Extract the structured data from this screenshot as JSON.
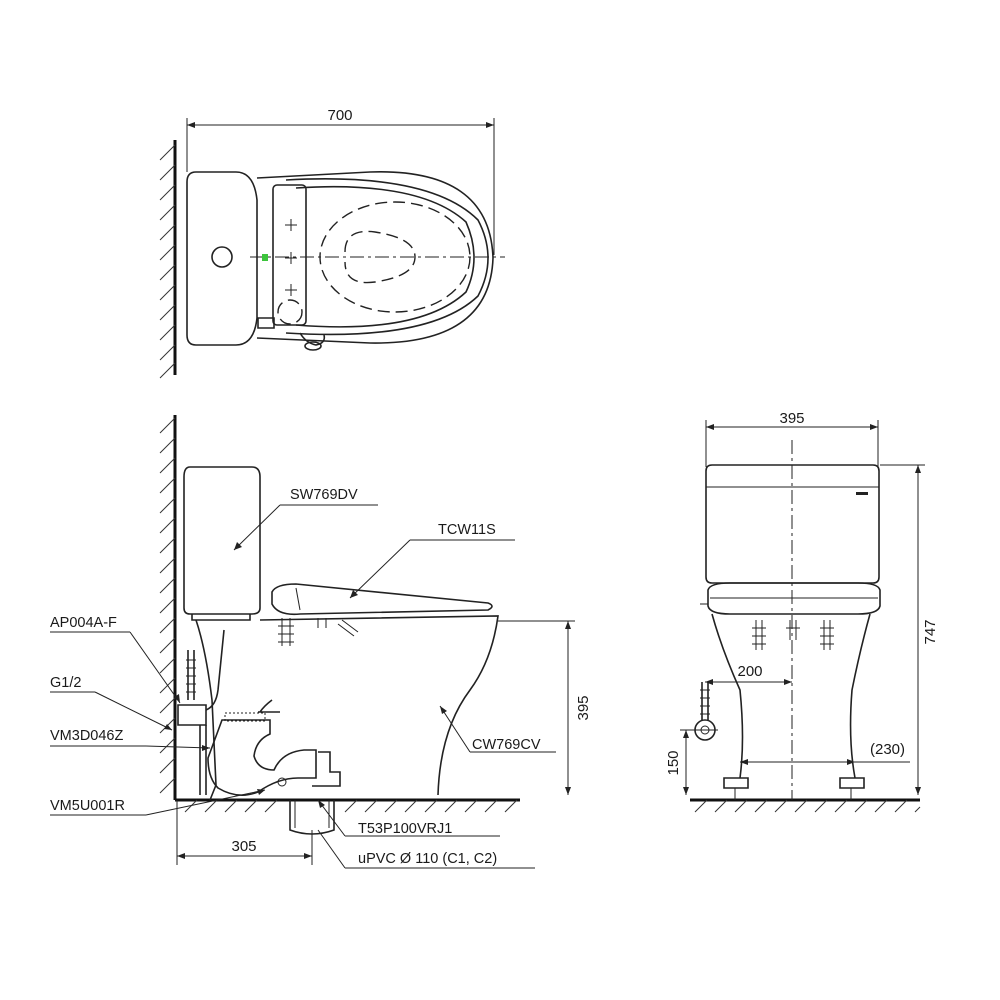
{
  "dimensions": {
    "top_width": "700",
    "front_width": "395",
    "side_height": "395",
    "front_height": "747",
    "rough_in": "305",
    "pipe_offset": "200",
    "inlet_height": "150",
    "floor_span": "(230)"
  },
  "labels": {
    "tank": "SW769DV",
    "seat": "TCW11S",
    "angle_valve": "AP004A-F",
    "thread": "G1/2",
    "valve_part": "VM3D046Z",
    "hose": "VM5U001R",
    "bowl": "CW769CV",
    "adapter": "T53P100VRJ1",
    "drain_pipe": "uPVC Ø 110 (C1, C2)"
  },
  "colors": {
    "line": "#222222",
    "indicator": "#3cc43c"
  }
}
